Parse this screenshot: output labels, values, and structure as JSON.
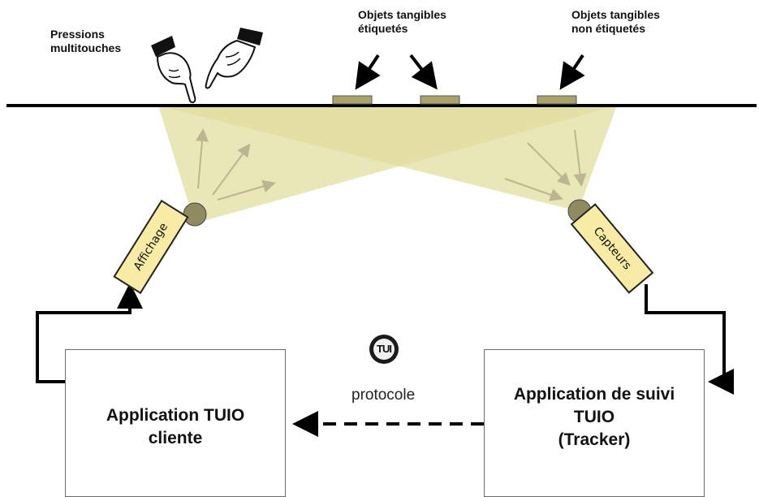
{
  "labels": {
    "multitouch": [
      "Pressions",
      "multitouches"
    ],
    "tagged_objects": [
      "Objets tangibles",
      "étiquetés"
    ],
    "untagged_objects": [
      "Objets tangibles",
      "non étiquetés"
    ],
    "display": "Affichage",
    "sensors": "Capteurs",
    "protocol": "protocole",
    "logo_text": "TUI"
  },
  "client_box": {
    "lines": [
      "Application TUIO",
      "cliente"
    ]
  },
  "tracker_box": {
    "lines": [
      "Application de suivi",
      "TUIO",
      "(Tracker)"
    ]
  },
  "colors": {
    "surface_line": "#000000",
    "beam_fill": "#e2dd9f",
    "device_fill": "#f8eba6",
    "tangible_object": "#a9a26c",
    "beam_arrows": "#bcb591",
    "box_border": "#6b6b6b"
  },
  "icons": [
    "hand-pointing-down-icon",
    "hand-pointing-up-icon",
    "tui-logo-icon"
  ]
}
